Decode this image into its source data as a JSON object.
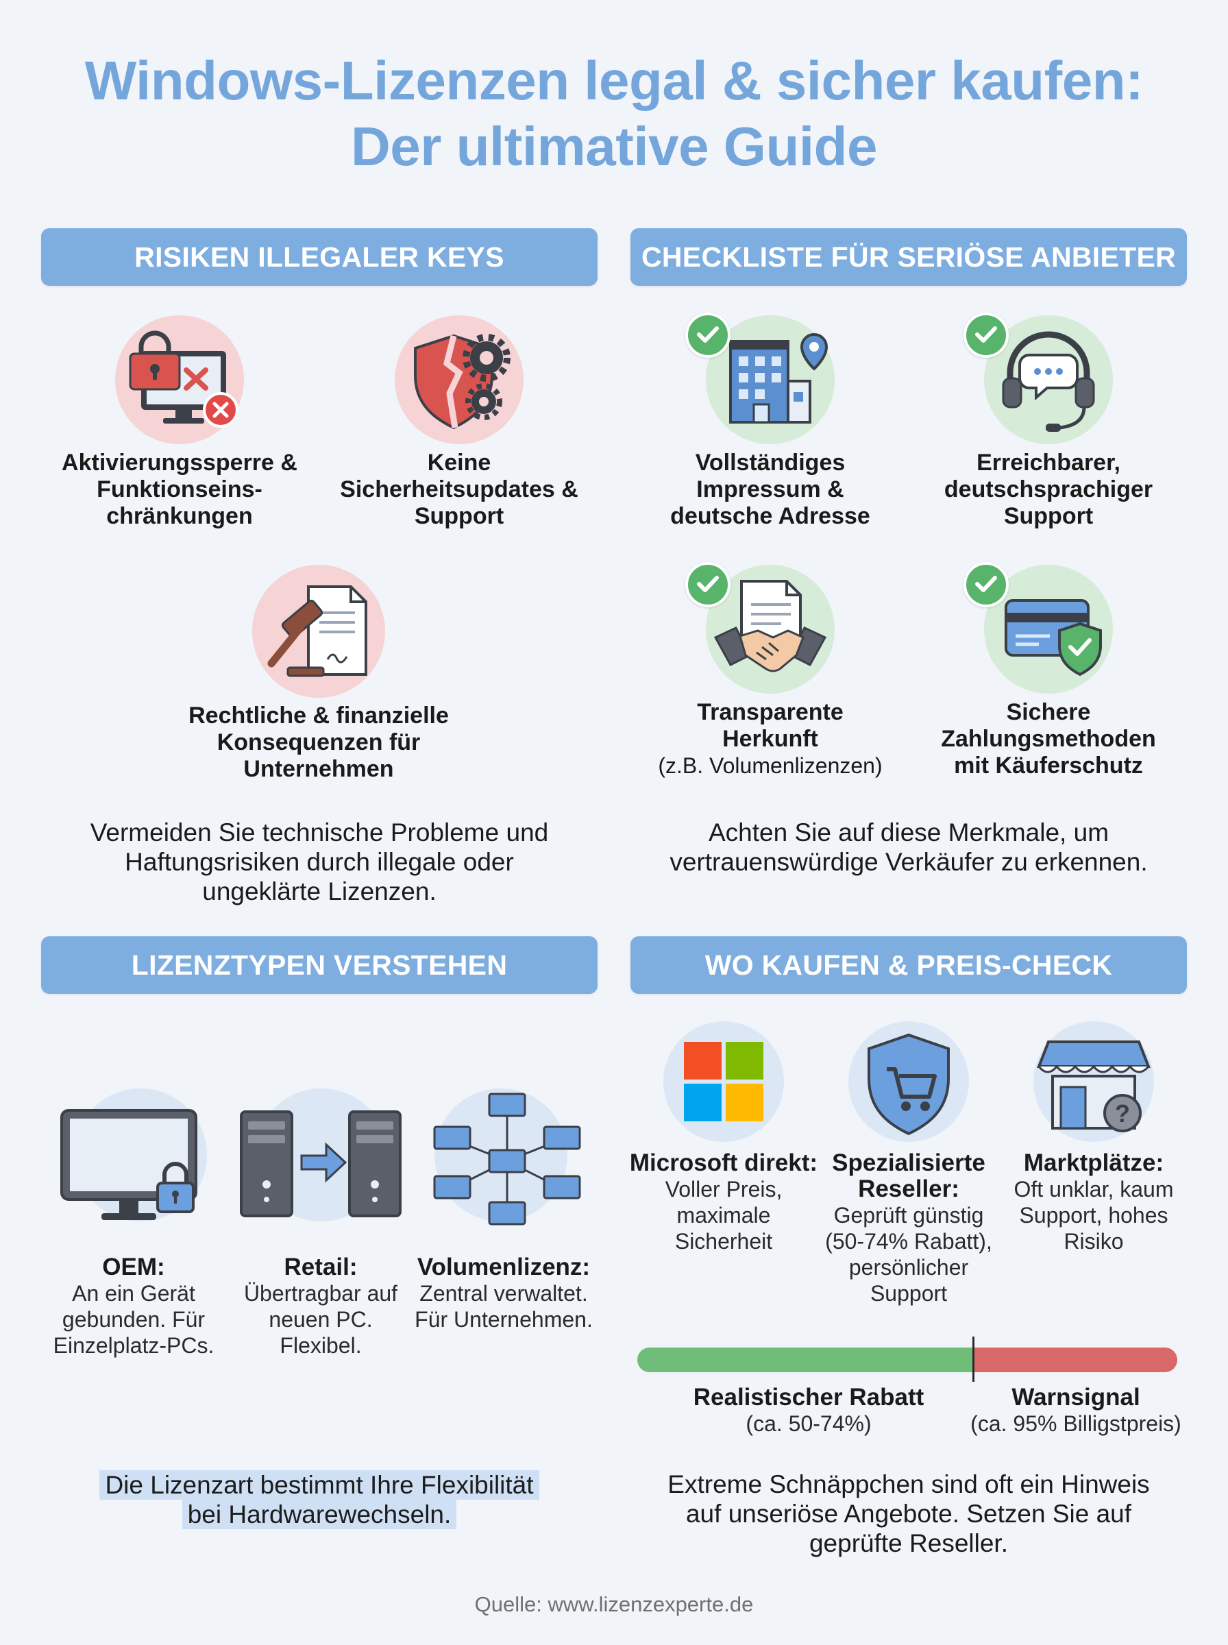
{
  "title": {
    "line1": "Windows-Lizenzen legal & sicher kaufen:",
    "line2": "Der ultimative Guide"
  },
  "sections": {
    "risks": {
      "heading": "RISIKEN ILLEGALER KEYS",
      "items": [
        {
          "icon": "locked-monitor-icon",
          "lines": [
            "Aktivierungssperre &",
            "Funktionseins-",
            "chränkungen"
          ]
        },
        {
          "icon": "broken-shield-gear-icon",
          "lines": [
            "Keine",
            "Sicherheitsupdates &",
            "Support"
          ]
        },
        {
          "icon": "gavel-document-icon",
          "lines": [
            "Rechtliche & finanzielle",
            "Konsequenzen für",
            "Unternehmen"
          ]
        }
      ],
      "summary": [
        "Vermeiden Sie technische Probleme und",
        "Haftungsrisiken durch illegale oder",
        "ungeklärte Lizenzen."
      ]
    },
    "checklist": {
      "heading": "CHECKLISTE FÜR SERIÖSE ANBIETER",
      "items": [
        {
          "icon": "building-location-icon",
          "lines": [
            "Vollständiges",
            "Impressum &",
            "deutsche Adresse"
          ],
          "sub": ""
        },
        {
          "icon": "headset-chat-icon",
          "lines": [
            "Erreichbarer,",
            "deutschsprachiger",
            "Support"
          ],
          "sub": ""
        },
        {
          "icon": "handshake-document-icon",
          "lines": [
            "Transparente",
            "Herkunft"
          ],
          "sub": "(z.B. Volumenlizenzen)"
        },
        {
          "icon": "credit-card-shield-icon",
          "lines": [
            "Sichere",
            "Zahlungsmethoden",
            "mit Käuferschutz"
          ],
          "sub": ""
        }
      ],
      "summary": [
        "Achten Sie auf diese Merkmale, um",
        "vertrauenswürdige Verkäufer zu erkennen."
      ]
    },
    "license_types": {
      "heading": "LIZENZTYPEN VERSTEHEN",
      "items": [
        {
          "icon": "monitor-lock-icon",
          "title": "OEM:",
          "lines": [
            "An ein Gerät",
            "gebunden. Für",
            "Einzelplatz-PCs."
          ]
        },
        {
          "icon": "pc-transfer-icon",
          "title": "Retail:",
          "lines": [
            "Übertragbar auf",
            "neuen PC.",
            "Flexibel."
          ]
        },
        {
          "icon": "network-monitors-icon",
          "title": "Volumenlizenz:",
          "lines": [
            "Zentral verwaltet.",
            "Für Unternehmen."
          ]
        }
      ],
      "summary": [
        "Die Lizenzart bestimmt Ihre Flexibilität",
        "bei Hardwarewechseln."
      ]
    },
    "where_to_buy": {
      "heading": "WO KAUFEN & PREIS-CHECK",
      "items": [
        {
          "icon": "microsoft-logo-icon",
          "title": "Microsoft direkt:",
          "lines": [
            "Voller Preis,",
            "maximale",
            "Sicherheit"
          ]
        },
        {
          "icon": "shield-cart-icon",
          "title_lines": [
            "Spezialisierte",
            "Reseller:"
          ],
          "lines": [
            "Geprüft günstig",
            "(50-74% Rabatt),",
            "persönlicher",
            "Support"
          ]
        },
        {
          "icon": "store-question-icon",
          "title": "Marktplätze:",
          "lines": [
            "Oft unklar, kaum",
            "Support, hohes",
            "Risiko"
          ]
        }
      ],
      "price_scale": {
        "ok_label": "Realistischer Rabatt",
        "ok_sub": "(ca. 50-74%)",
        "warn_label": "Warnsignal",
        "warn_sub": "(ca. 95% Billigstpreis)",
        "ok_color": "#6fbd78",
        "warn_color": "#d9686a"
      },
      "summary": [
        "Extreme Schnäppchen sind oft ein Hinweis",
        "auf unseriöse Angebote. Setzen Sie auf",
        "geprüfte Reseller."
      ]
    }
  },
  "source": "Quelle: www.lizenzexperte.de",
  "colors": {
    "title": "#74a6dc",
    "banner": "#7eade0",
    "background": "#f1f4f9",
    "check": "#57b46a"
  }
}
